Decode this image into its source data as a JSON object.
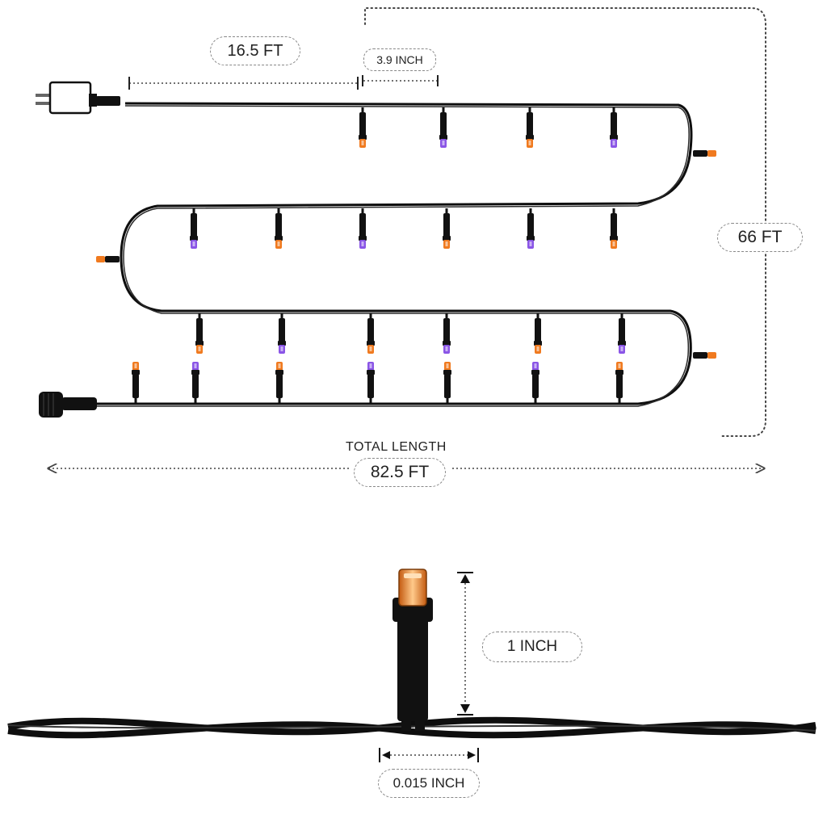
{
  "diagram": {
    "colors": {
      "wire": "#0e0e0e",
      "bulb_orange": "#f07a1f",
      "bulb_purple": "#8a55e6",
      "dim_line": "#555555"
    },
    "icons": {
      "plug": "ac-plug-adapter-icon",
      "connector": "end-connector-icon"
    },
    "labels": {
      "lead_length": "16.5 FT",
      "bulb_spacing": "3.9 INCH",
      "lit_length": "66 FT",
      "total_caption": "TOTAL LENGTH",
      "total_length": "82.5 FT",
      "bulb_height": "1 INCH",
      "wire_gap": "0.015 INCH"
    },
    "bulb_rows": {
      "row1": [
        "orange",
        "purple",
        "orange",
        "purple"
      ],
      "row2": [
        "purple",
        "orange",
        "purple",
        "orange",
        "purple",
        "orange"
      ],
      "row3_top": [
        "orange",
        "purple",
        "orange",
        "purple",
        "orange",
        "purple"
      ],
      "row3_bottom": [
        "orange",
        "purple",
        "orange",
        "purple",
        "orange",
        "purple",
        "orange"
      ],
      "end_bulbs": [
        "orange",
        "orange",
        "orange"
      ]
    }
  }
}
